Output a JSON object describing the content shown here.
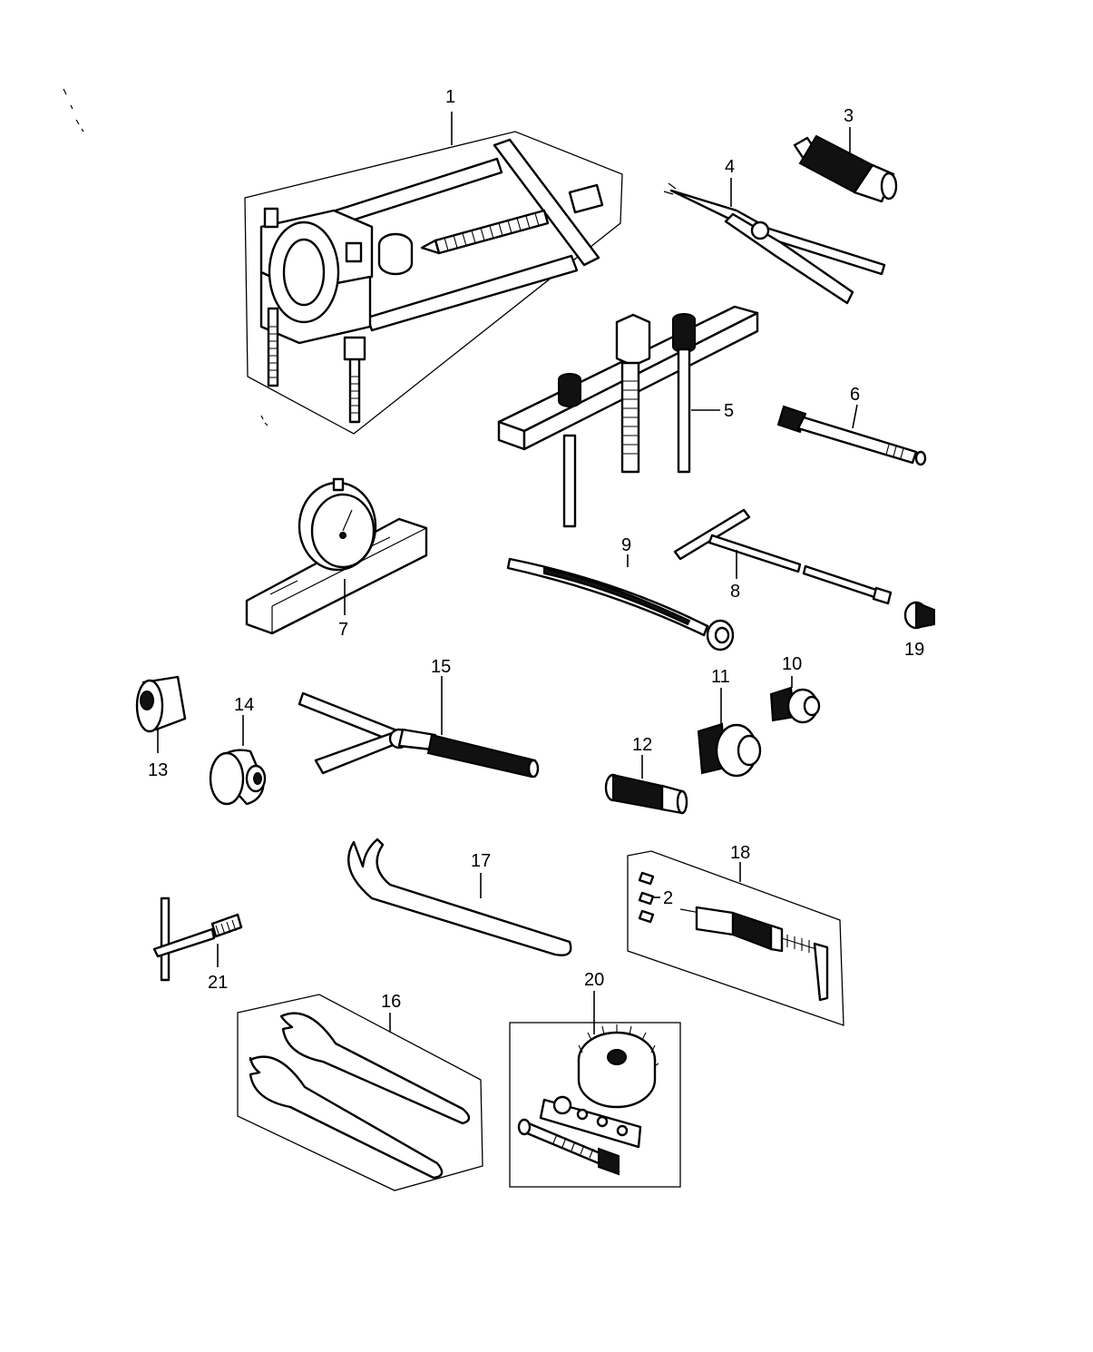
{
  "parts": [
    {
      "key": "p1",
      "label": "1"
    },
    {
      "key": "p2",
      "label": "2"
    },
    {
      "key": "p3",
      "label": "3"
    },
    {
      "key": "p4",
      "label": "4"
    },
    {
      "key": "p5",
      "label": "5"
    },
    {
      "key": "p6",
      "label": "6"
    },
    {
      "key": "p7",
      "label": "7"
    },
    {
      "key": "p8",
      "label": "8"
    },
    {
      "key": "p9",
      "label": "9"
    },
    {
      "key": "p10",
      "label": "10"
    },
    {
      "key": "p11",
      "label": "11"
    },
    {
      "key": "p12",
      "label": "12"
    },
    {
      "key": "p13",
      "label": "13"
    },
    {
      "key": "p14",
      "label": "14"
    },
    {
      "key": "p15",
      "label": "15"
    },
    {
      "key": "p16",
      "label": "16"
    },
    {
      "key": "p17",
      "label": "17"
    },
    {
      "key": "p18",
      "label": "18"
    },
    {
      "key": "p19",
      "label": "19"
    },
    {
      "key": "p20",
      "label": "20"
    },
    {
      "key": "p21",
      "label": "21"
    }
  ],
  "colors": {
    "ink": "#000000",
    "paper": "#ffffff"
  }
}
